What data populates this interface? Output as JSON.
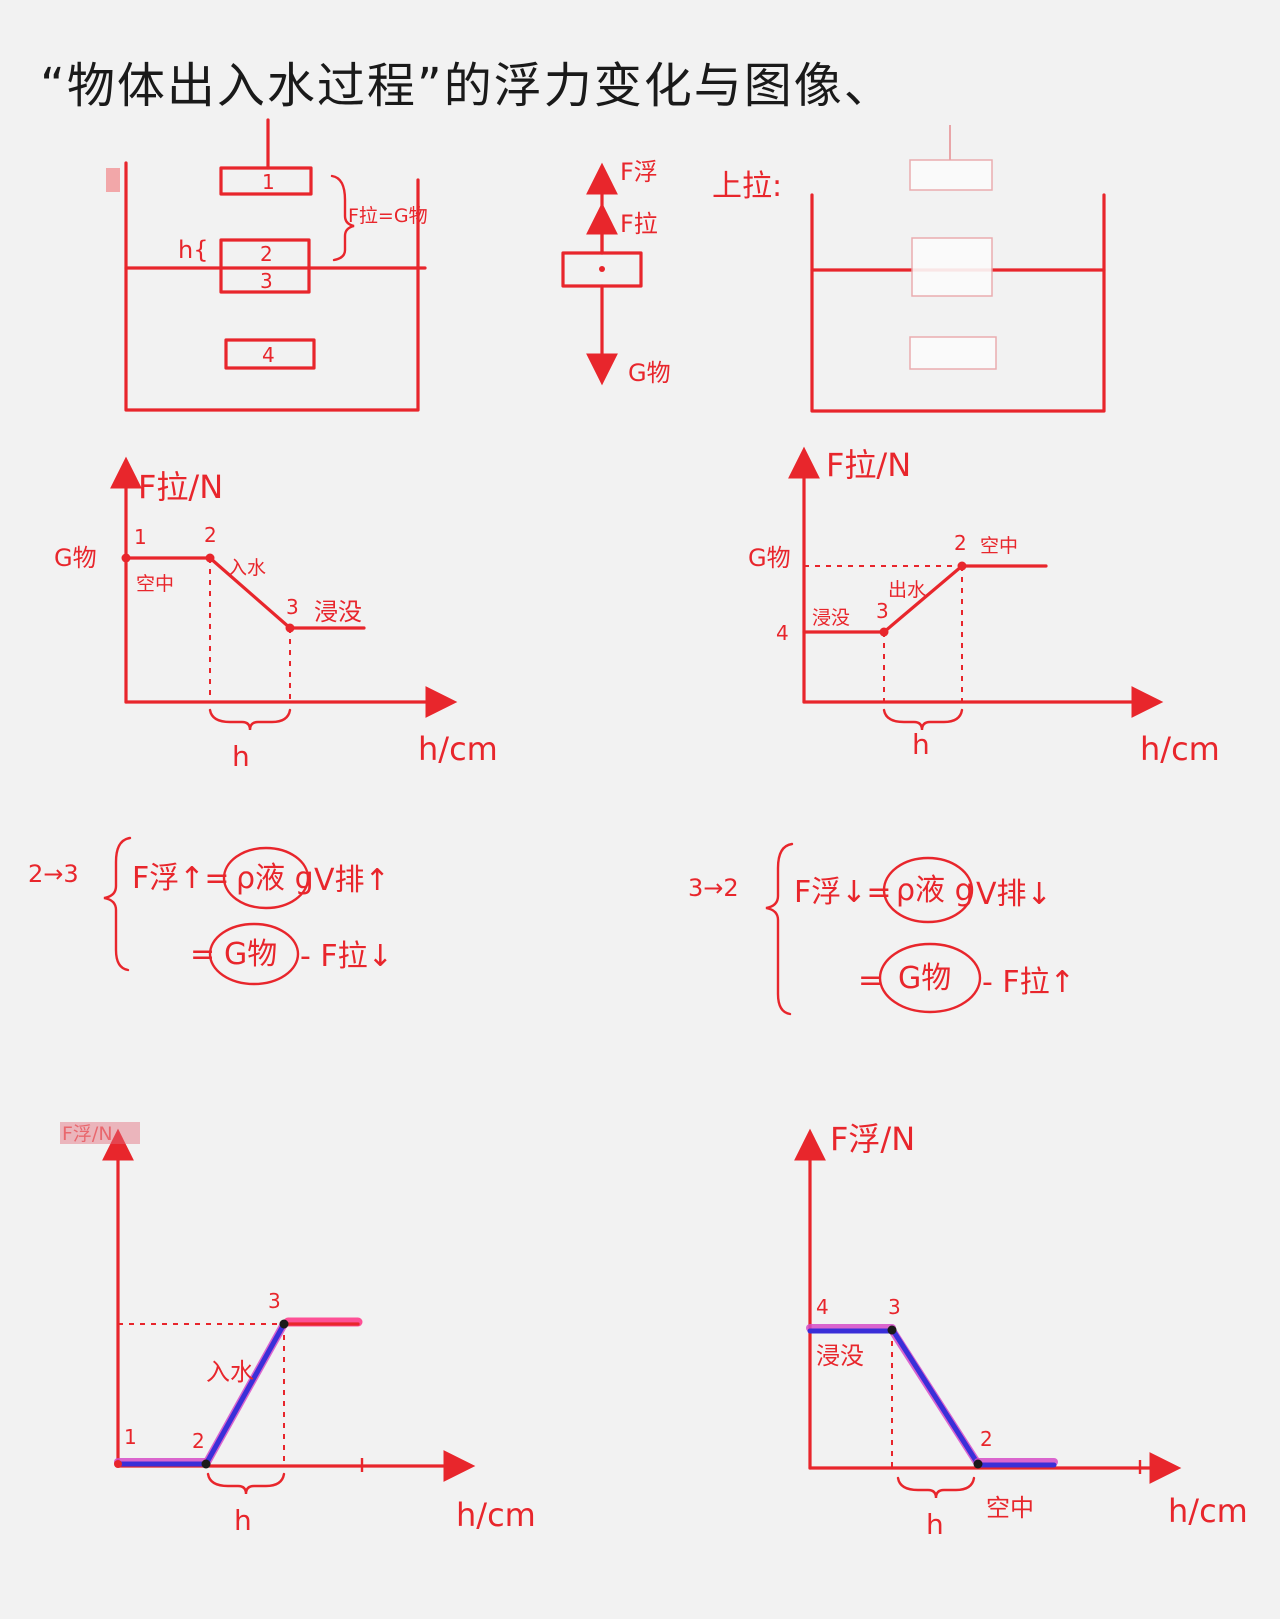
{
  "title": "“物体出入水过程”的浮力变化与图像、",
  "diagram_left": {
    "block1": "1",
    "block2": "2",
    "block3": "3",
    "block4": "4",
    "h": "h{",
    "tension_eq": "F拉=G物"
  },
  "force_diagram": {
    "f_float": "F浮",
    "f_pull": "F拉",
    "g_obj": "G物"
  },
  "diagram_right": {
    "label": "上拉:"
  },
  "graph1": {
    "ylabel": "F拉/N",
    "xlabel": "h/cm",
    "g_label": "G物",
    "p1": "1",
    "p2": "2",
    "p3": "3",
    "air": "空中",
    "enter": "入水",
    "submerged": "浸没",
    "h": "h"
  },
  "graph2": {
    "ylabel": "F拉/N",
    "xlabel": "h/cm",
    "g_label": "G物",
    "p4": "4",
    "p3": "3",
    "p2": "2",
    "submerged": "浸没",
    "exit": "出水",
    "air": "空中",
    "h": "h"
  },
  "eq_left": {
    "step": "2→3",
    "line1_a": "F浮↑=",
    "line1_b": "ρ液 g",
    "line1_c": "V排↑",
    "line2_a": "=",
    "line2_b": "G物",
    "line2_c": "- F拉↓"
  },
  "eq_right": {
    "step": "3→2",
    "line1_a": "F浮↓=",
    "line1_b": "ρ液 g",
    "line1_c": "V排↓",
    "line2_a": "=",
    "line2_b": "G物",
    "line2_c": "- F拉↑"
  },
  "graph3": {
    "ylabel": "F浮/N",
    "xlabel": "h/cm",
    "p1": "1",
    "p2": "2",
    "p3": "3",
    "enter": "入水",
    "h": "h"
  },
  "graph4": {
    "ylabel": "F浮/N",
    "xlabel": "h/cm",
    "p4": "4",
    "p3": "3",
    "p2": "2",
    "submerged": "浸没",
    "air": "空中",
    "h": "h"
  }
}
